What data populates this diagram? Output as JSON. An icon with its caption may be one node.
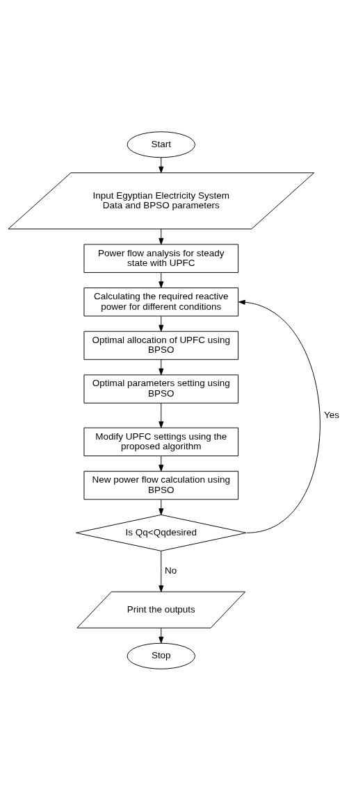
{
  "diagram": {
    "nodes": [
      {
        "text": [
          "Start"
        ]
      },
      {
        "text": [
          "Input Egyptian Electricity System Data and BPSO parameters"
        ]
      },
      {
        "text": [
          "Power flow analysis for steady state with UPFC"
        ]
      },
      {
        "text": [
          "Calculating the required reactive power for different conditions"
        ]
      },
      {
        "text": [
          "Optimal allocation of UPFC using BPSO"
        ]
      },
      {
        "text": [
          "Optimal parameters setting using BPSO"
        ]
      },
      {
        "text": [
          "Modify UPFC settings using the proposed algorithm"
        ]
      },
      {
        "text": [
          "New power flow calculation using BPSO"
        ]
      },
      {
        "text": [
          "Is Qq<Qqdesired"
        ]
      },
      {
        "text": [
          "Print the outputs"
        ]
      },
      {
        "text": [
          "Stop"
        ]
      }
    ],
    "edges": [
      {
        "from": 0,
        "to": 1,
        "arrow": "to"
      },
      {
        "from": 1,
        "to": 2,
        "arrow": "to"
      },
      {
        "from": 2,
        "to": 3,
        "arrow": "to"
      },
      {
        "from": 3,
        "to": 4,
        "arrow": "to"
      },
      {
        "from": 4,
        "to": 5,
        "arrow": "to"
      },
      {
        "from": 5,
        "to": 6,
        "arrow": "to"
      },
      {
        "from": 6,
        "to": 7,
        "arrow": "to"
      },
      {
        "from": 7,
        "to": 8,
        "arrow": "to"
      },
      {
        "from": 8,
        "to": 3,
        "arrow": "to",
        "label": "Yes"
      },
      {
        "from": 8,
        "to": 9,
        "arrow": "to",
        "label": "No"
      },
      {
        "from": 9,
        "to": 10,
        "arrow": "to"
      }
    ]
  }
}
